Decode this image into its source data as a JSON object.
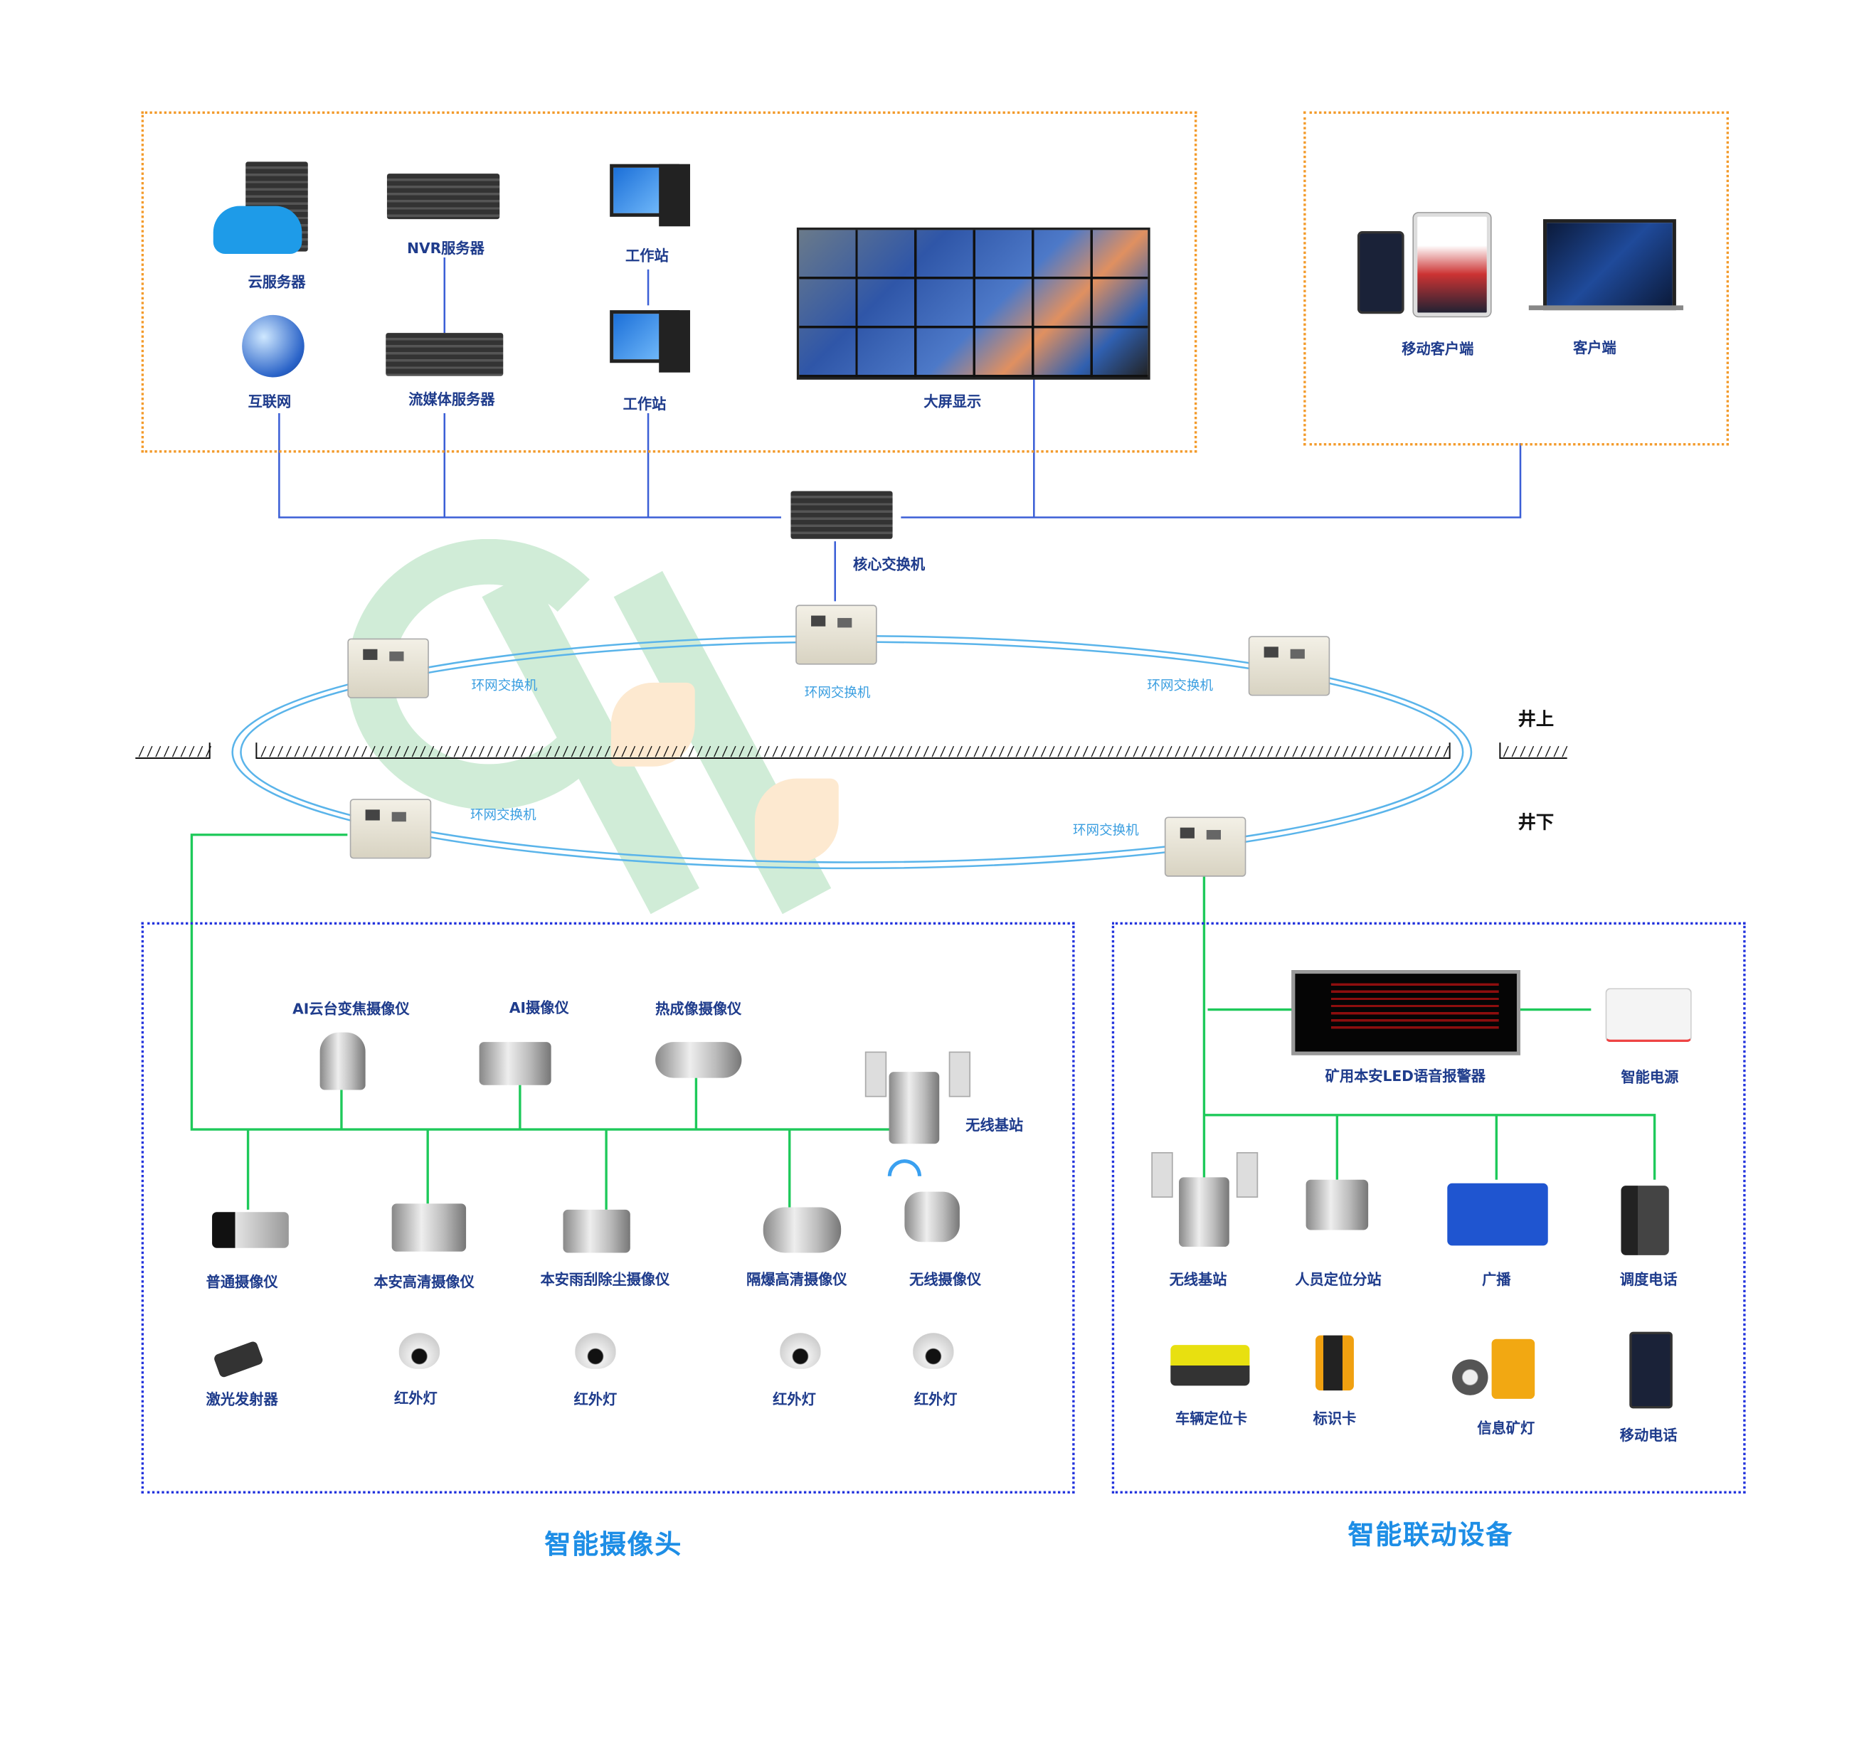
{
  "top_zone": {
    "cloud_server": "云服务器",
    "internet": "互联网",
    "nvr_server": "NVR服务器",
    "streaming_server": "流媒体服务器",
    "workstation_1": "工作站",
    "workstation_2": "工作站",
    "video_wall": "大屏显示"
  },
  "client_zone": {
    "mobile_client": "移动客户端",
    "client": "客户端"
  },
  "core_switch": "核心交换机",
  "ring": {
    "switches": [
      "环网交换机",
      "环网交换机",
      "环网交换机",
      "环网交换机",
      "环网交换机"
    ],
    "above_ground": "井上",
    "below_ground": "井下"
  },
  "cameras": {
    "title": "智能摄像头",
    "row1": [
      "AI云台变焦摄像仪",
      "AI摄像仪",
      "热成像摄像仪"
    ],
    "wireless_base": "无线基站",
    "row2": [
      "普通摄像仪",
      "本安高清摄像仪",
      "本安雨刮除尘摄像仪",
      "隔爆高清摄像仪",
      "无线摄像仪"
    ],
    "row3": [
      "激光发射器",
      "红外灯",
      "红外灯",
      "红外灯",
      "红外灯"
    ]
  },
  "linkage": {
    "title": "智能联动设备",
    "led_alarm": "矿用本安LED语音报警器",
    "power": "智能电源",
    "row2": [
      "无线基站",
      "人员定位分站",
      "广播",
      "调度电话"
    ],
    "row3": [
      "车辆定位卡",
      "标识卡",
      "信息矿灯",
      "移动电话"
    ]
  },
  "colors": {
    "orange_border": "#f39a2a",
    "blue_border": "#2233dd",
    "net_line": "#3b5fd6",
    "green_line": "#1ec95a",
    "ring_line": "#5ab4ea",
    "title": "#1e8ee6",
    "label": "#1f3c8c"
  }
}
